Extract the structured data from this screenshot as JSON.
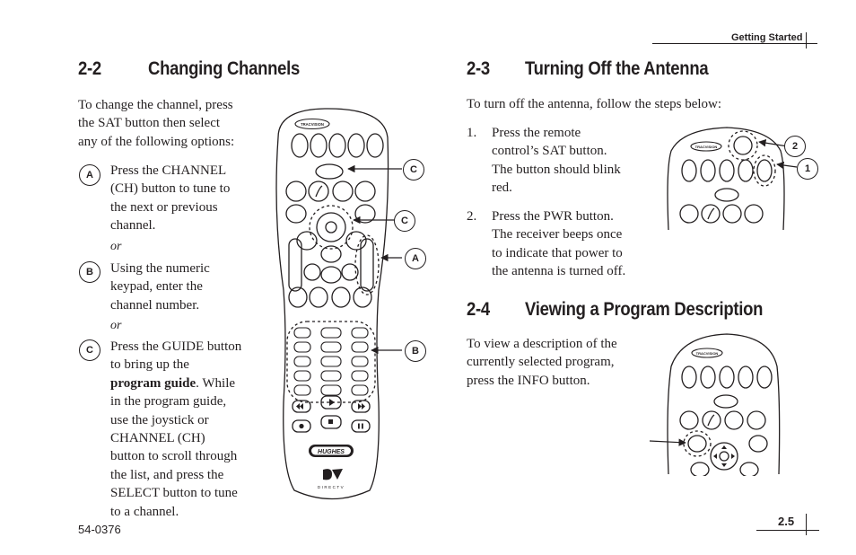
{
  "header": {
    "section": "Getting Started"
  },
  "footer": {
    "doc_number": "54-0376",
    "page_number": "2.5"
  },
  "sec22": {
    "number": "2-2",
    "title": "Changing Channels",
    "intro": [
      "To change the channel, press",
      "the SAT button then select",
      "any of the following options:"
    ],
    "optA": {
      "letter": "A",
      "lines": [
        "Press the CHANNEL",
        "(CH) button to tune to",
        "the next or previous",
        "channel."
      ]
    },
    "or1": "or",
    "optB": {
      "letter": "B",
      "lines": [
        "Using the numeric",
        "keypad, enter the",
        "channel number."
      ]
    },
    "or2": "or",
    "optC": {
      "letter": "C",
      "line1": "Press the GUIDE button",
      "line2": "to bring up the",
      "line3_bold": "program guide",
      "line3_rest": ". While",
      "lines_rest": [
        "in the program guide,",
        "use the joystick or",
        "CHANNEL (CH)",
        "button to scroll through",
        "the list, and press the",
        "SELECT button to tune",
        "to a channel."
      ]
    },
    "callouts": [
      "C",
      "C",
      "A",
      "B"
    ]
  },
  "sec23": {
    "number": "2-3",
    "title": "Turning Off the Antenna",
    "intro": "To turn off the antenna, follow the steps below:",
    "step1": {
      "num": "1.",
      "lines": [
        "Press the remote",
        "control’s SAT button.",
        "The button should blink",
        "red."
      ]
    },
    "step2": {
      "num": "2.",
      "lines": [
        "Press the PWR button.",
        "The receiver beeps once",
        "to indicate that power to",
        "the antenna is turned off."
      ]
    },
    "callouts": [
      "2",
      "1"
    ]
  },
  "sec24": {
    "number": "2-4",
    "title": "Viewing a Program Description",
    "lines": [
      "To view a description of the",
      "currently selected program,",
      "press the INFO button."
    ]
  },
  "remote": {
    "brand": "TRACVISION",
    "maker_logo": "HUGHES",
    "provider": "DIRECTV"
  }
}
